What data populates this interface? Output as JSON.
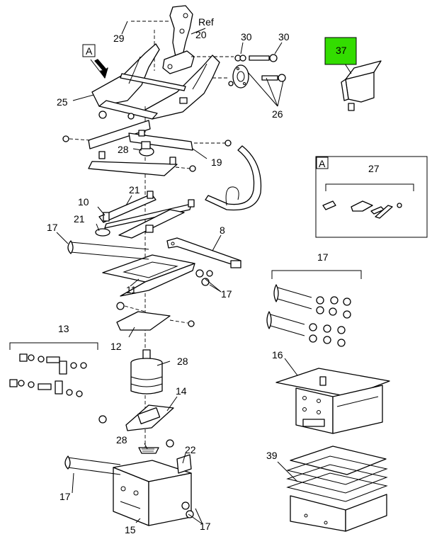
{
  "callouts": {
    "c29": "29",
    "ref": "Ref",
    "c20": "20",
    "c30a": "30",
    "c30b": "30",
    "viewA": "A",
    "c25": "25",
    "c26": "26",
    "c37": "37",
    "c28a": "28",
    "c19": "19",
    "c27": "27",
    "detailA": "A",
    "c21a": "21",
    "c10": "10",
    "c21b": "21",
    "c8": "8",
    "c17a": "17",
    "c11": "11",
    "c17b": "17",
    "c17c": "17",
    "c12": "12",
    "c13": "13",
    "c28b": "28",
    "c16": "16",
    "c14": "14",
    "c28c": "28",
    "c22": "22",
    "c39": "39",
    "c17d": "17",
    "c15": "15",
    "c17e": "17"
  },
  "colors": {
    "highlight": "#33dd00",
    "line": "#000000",
    "background": "#ffffff"
  }
}
